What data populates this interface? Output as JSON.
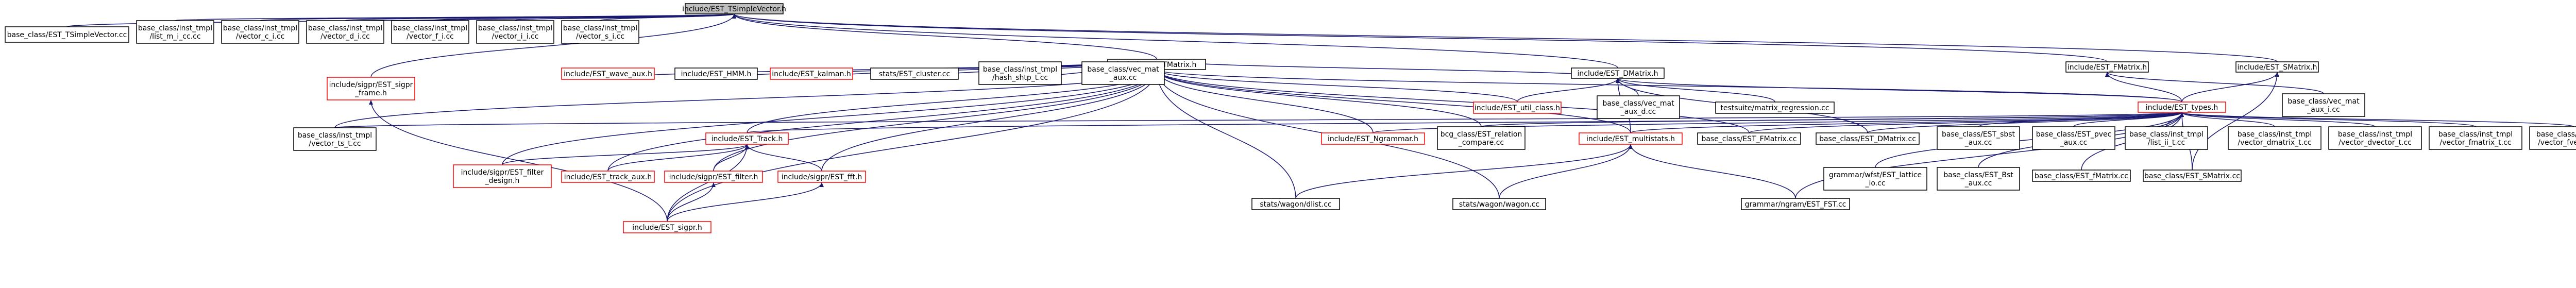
{
  "colors": {
    "edge": "#191970",
    "normal_border": "#000000",
    "missing_border": "#ff0000",
    "root_fill": "#bfbfbf",
    "fill": "#ffffff"
  },
  "nodes": [
    {
      "id": "root",
      "label": [
        "include/EST_TSimpleVector.h"
      ],
      "style": "root"
    },
    {
      "id": "n_tsv_cc",
      "label": [
        "base_class/EST_TSimpleVector.cc"
      ],
      "style": "normal"
    },
    {
      "id": "n_ctmpl_mc",
      "label": [
        "base_class/inst_tmpl",
        "/list_m_i_cc.cc"
      ],
      "style": "normal"
    },
    {
      "id": "n_ctmpl_vi",
      "label": [
        "base_class/inst_tmpl",
        "/vector_c_i.cc"
      ],
      "style": "normal"
    },
    {
      "id": "n_ctmpl_vd",
      "label": [
        "base_class/inst_tmpl",
        "/vector_d_i.cc"
      ],
      "style": "normal"
    },
    {
      "id": "n_ctmpl_vf",
      "label": [
        "base_class/inst_tmpl",
        "/vector_f_i.cc"
      ],
      "style": "normal"
    },
    {
      "id": "n_ctmpl_vi2",
      "label": [
        "base_class/inst_tmpl",
        "/vector_i_i.cc"
      ],
      "style": "normal"
    },
    {
      "id": "n_ctmpl_vs",
      "label": [
        "base_class/inst_tmpl",
        "/vector_s_i.cc"
      ],
      "style": "normal"
    },
    {
      "id": "n_tmatrix",
      "label": [
        "include/EST_TMatrix.h"
      ],
      "style": "normal"
    },
    {
      "id": "n_fmatrix",
      "label": [
        "include/EST_FMatrix.h"
      ],
      "style": "normal"
    },
    {
      "id": "n_smatrix",
      "label": [
        "include/EST_SMatrix.h"
      ],
      "style": "normal"
    },
    {
      "id": "n_sigpr_frame",
      "label": [
        "include/sigpr/EST_sigpr",
        "_frame.h"
      ],
      "style": "missing"
    },
    {
      "id": "n_wave_aux",
      "label": [
        "include/EST_wave_aux.h"
      ],
      "style": "missing"
    },
    {
      "id": "n_hmm",
      "label": [
        "include/EST_HMM.h"
      ],
      "style": "normal"
    },
    {
      "id": "n_kalman",
      "label": [
        "include/EST_kalman.h"
      ],
      "style": "missing"
    },
    {
      "id": "n_cluster",
      "label": [
        "stats/EST_cluster.cc"
      ],
      "style": "normal"
    },
    {
      "id": "n_hash_shtp",
      "label": [
        "base_class/inst_tmpl",
        "/hash_shtp_t.cc"
      ],
      "style": "normal"
    },
    {
      "id": "n_vecmat_aux",
      "label": [
        "base_class/vec_mat",
        "_aux.cc"
      ],
      "style": "normal"
    },
    {
      "id": "n_dmatrix",
      "label": [
        "include/EST_DMatrix.h"
      ],
      "style": "normal"
    },
    {
      "id": "n_util_class",
      "label": [
        "include/EST_util_class.h"
      ],
      "style": "missing"
    },
    {
      "id": "n_vecmat_aux_d",
      "label": [
        "base_class/vec_mat",
        "_aux_d.cc"
      ],
      "style": "normal"
    },
    {
      "id": "n_linreg",
      "label": [
        "testsuite/matrix_regression.cc"
      ],
      "style": "normal"
    },
    {
      "id": "n_types",
      "label": [
        "include/EST_types.h"
      ],
      "style": "missing"
    },
    {
      "id": "n_vecmat_aux_i",
      "label": [
        "base_class/vec_mat",
        "_aux_i.cc"
      ],
      "style": "normal"
    },
    {
      "id": "n_vector_ts",
      "label": [
        "base_class/inst_tmpl",
        "/vector_ts_t.cc"
      ],
      "style": "normal"
    },
    {
      "id": "n_track",
      "label": [
        "include/EST_Track.h"
      ],
      "style": "missing"
    },
    {
      "id": "n_fgrammar",
      "label": [
        "include/EST_Ngrammar.h"
      ],
      "style": "missing"
    },
    {
      "id": "n_bcg",
      "label": [
        "bcg_class/EST_relation",
        "_compare.cc"
      ],
      "style": "normal"
    },
    {
      "id": "n_multistats",
      "label": [
        "include/EST_multistats.h"
      ],
      "style": "missing"
    },
    {
      "id": "n_fmatrix_cc",
      "label": [
        "base_class/EST_FMatrix.cc"
      ],
      "style": "normal"
    },
    {
      "id": "n_dmatrix_cc",
      "label": [
        "base_class/EST_DMatrix.cc"
      ],
      "style": "normal"
    },
    {
      "id": "n_sbst_aux",
      "label": [
        "base_class/EST_sbst",
        "_aux.cc"
      ],
      "style": "normal"
    },
    {
      "id": "n_pvec_aux",
      "label": [
        "base_class/EST_pvec",
        "_aux.cc"
      ],
      "style": "normal"
    },
    {
      "id": "n_list_ii",
      "label": [
        "base_class/inst_tmpl",
        "/list_ii_t.cc"
      ],
      "style": "normal"
    },
    {
      "id": "n_vector_dmatrix",
      "label": [
        "base_class/inst_tmpl",
        "/vector_dmatrix_t.cc"
      ],
      "style": "normal"
    },
    {
      "id": "n_vector_dvector",
      "label": [
        "base_class/inst_tmpl",
        "/vector_dvector_t.cc"
      ],
      "style": "normal"
    },
    {
      "id": "n_vector_fmatrix",
      "label": [
        "base_class/inst_tmpl",
        "/vector_fmatrix_t.cc"
      ],
      "style": "normal"
    },
    {
      "id": "n_vector_fvector",
      "label": [
        "base_class/inst_tmpl",
        "/vector_fvector_t.cc"
      ],
      "style": "normal"
    },
    {
      "id": "n_wfst_lattice",
      "label": [
        "grammar/wfst/EST_lattice",
        "_io.cc"
      ],
      "style": "normal"
    },
    {
      "id": "n_bst_aux",
      "label": [
        "base_class/EST_Bst",
        "_aux.cc"
      ],
      "style": "normal"
    },
    {
      "id": "n_fmatrix_cc2",
      "label": [
        "base_class/EST_fMatrix.cc"
      ],
      "style": "normal"
    },
    {
      "id": "n_smatrix_cc",
      "label": [
        "base_class/EST_SMatrix.cc"
      ],
      "style": "normal"
    },
    {
      "id": "n_filter_design",
      "label": [
        "include/sigpr/EST_filter",
        "_design.h"
      ],
      "style": "missing"
    },
    {
      "id": "n_track_aux",
      "label": [
        "include/EST_track_aux.h"
      ],
      "style": "missing"
    },
    {
      "id": "n_sigpr_filter",
      "label": [
        "include/sigpr/EST_filter.h"
      ],
      "style": "missing"
    },
    {
      "id": "n_sigpr_fft",
      "label": [
        "include/sigpr/EST_fft.h"
      ],
      "style": "missing"
    },
    {
      "id": "n_wagon_lib",
      "label": [
        "stats/wagon/dlist.cc"
      ],
      "style": "normal"
    },
    {
      "id": "n_wagon",
      "label": [
        "stats/wagon/wagon.cc"
      ],
      "style": "normal"
    },
    {
      "id": "n_fst_cc",
      "label": [
        "grammar/ngram/EST_FST.cc"
      ],
      "style": "normal"
    },
    {
      "id": "n_sigpr",
      "label": [
        "include/EST_sigpr.h"
      ],
      "style": "missing"
    }
  ],
  "edges": [
    [
      "n_tsv_cc",
      "root"
    ],
    [
      "n_ctmpl_mc",
      "root"
    ],
    [
      "n_ctmpl_vi",
      "root"
    ],
    [
      "n_ctmpl_vd",
      "root"
    ],
    [
      "n_ctmpl_vf",
      "root"
    ],
    [
      "n_ctmpl_vi2",
      "root"
    ],
    [
      "n_ctmpl_vs",
      "root"
    ],
    [
      "n_tmatrix",
      "root"
    ],
    [
      "n_fmatrix",
      "root"
    ],
    [
      "n_smatrix",
      "root"
    ],
    [
      "n_sigpr_frame",
      "root"
    ],
    [
      "n_dmatrix",
      "root"
    ],
    [
      "n_wave_aux",
      "n_tmatrix"
    ],
    [
      "n_hmm",
      "n_tmatrix"
    ],
    [
      "n_kalman",
      "n_tmatrix"
    ],
    [
      "n_cluster",
      "n_tmatrix"
    ],
    [
      "n_hash_shtp",
      "n_tmatrix"
    ],
    [
      "n_vecmat_aux",
      "n_tmatrix"
    ],
    [
      "n_dmatrix",
      "n_tmatrix"
    ],
    [
      "n_util_class",
      "n_tmatrix"
    ],
    [
      "n_types",
      "n_tmatrix"
    ],
    [
      "n_track",
      "n_tmatrix"
    ],
    [
      "n_fgrammar",
      "n_tmatrix"
    ],
    [
      "n_bcg",
      "n_tmatrix"
    ],
    [
      "n_multistats",
      "n_tmatrix"
    ],
    [
      "n_vector_ts",
      "n_tmatrix"
    ],
    [
      "n_filter_design",
      "n_tmatrix"
    ],
    [
      "n_sigpr_filter",
      "n_tmatrix"
    ],
    [
      "n_sigpr_fft",
      "n_tmatrix"
    ],
    [
      "n_wagon_lib",
      "n_tmatrix"
    ],
    [
      "n_wagon",
      "n_tmatrix"
    ],
    [
      "n_track_aux",
      "n_tmatrix"
    ],
    [
      "n_fmatrix_cc",
      "n_tmatrix"
    ],
    [
      "n_sigpr",
      "n_tmatrix"
    ],
    [
      "n_util_class",
      "n_dmatrix"
    ],
    [
      "n_vecmat_aux_d",
      "n_dmatrix"
    ],
    [
      "n_linreg",
      "n_dmatrix"
    ],
    [
      "n_types",
      "n_dmatrix"
    ],
    [
      "n_multistats",
      "n_dmatrix"
    ],
    [
      "n_dmatrix_cc",
      "n_dmatrix"
    ],
    [
      "n_types",
      "n_fmatrix"
    ],
    [
      "n_vecmat_aux_i",
      "n_fmatrix"
    ],
    [
      "n_types",
      "n_smatrix"
    ],
    [
      "n_smatrix_cc",
      "n_smatrix"
    ],
    [
      "n_vector_ts",
      "n_types"
    ],
    [
      "n_track",
      "n_types"
    ],
    [
      "n_fgrammar",
      "n_types"
    ],
    [
      "n_bcg",
      "n_types"
    ],
    [
      "n_multistats",
      "n_types"
    ],
    [
      "n_fmatrix_cc",
      "n_types"
    ],
    [
      "n_dmatrix_cc",
      "n_types"
    ],
    [
      "n_sbst_aux",
      "n_types"
    ],
    [
      "n_pvec_aux",
      "n_types"
    ],
    [
      "n_list_ii",
      "n_types"
    ],
    [
      "n_vector_dmatrix",
      "n_types"
    ],
    [
      "n_vector_dvector",
      "n_types"
    ],
    [
      "n_vector_fmatrix",
      "n_types"
    ],
    [
      "n_vector_fvector",
      "n_types"
    ],
    [
      "n_wfst_lattice",
      "n_types"
    ],
    [
      "n_bst_aux",
      "n_types"
    ],
    [
      "n_fmatrix_cc2",
      "n_types"
    ],
    [
      "n_smatrix_cc",
      "n_types"
    ],
    [
      "n_fst_cc",
      "n_types"
    ],
    [
      "n_filter_design",
      "n_track"
    ],
    [
      "n_track_aux",
      "n_track"
    ],
    [
      "n_sigpr_filter",
      "n_track"
    ],
    [
      "n_sigpr_fft",
      "n_track"
    ],
    [
      "n_sigpr",
      "n_track"
    ],
    [
      "n_wagon_lib",
      "n_multistats"
    ],
    [
      "n_wagon",
      "n_multistats"
    ],
    [
      "n_fst_cc",
      "n_multistats"
    ],
    [
      "n_sigpr",
      "n_sigpr_filter"
    ],
    [
      "n_sigpr",
      "n_sigpr_fft"
    ],
    [
      "n_sigpr",
      "n_sigpr_frame"
    ]
  ]
}
